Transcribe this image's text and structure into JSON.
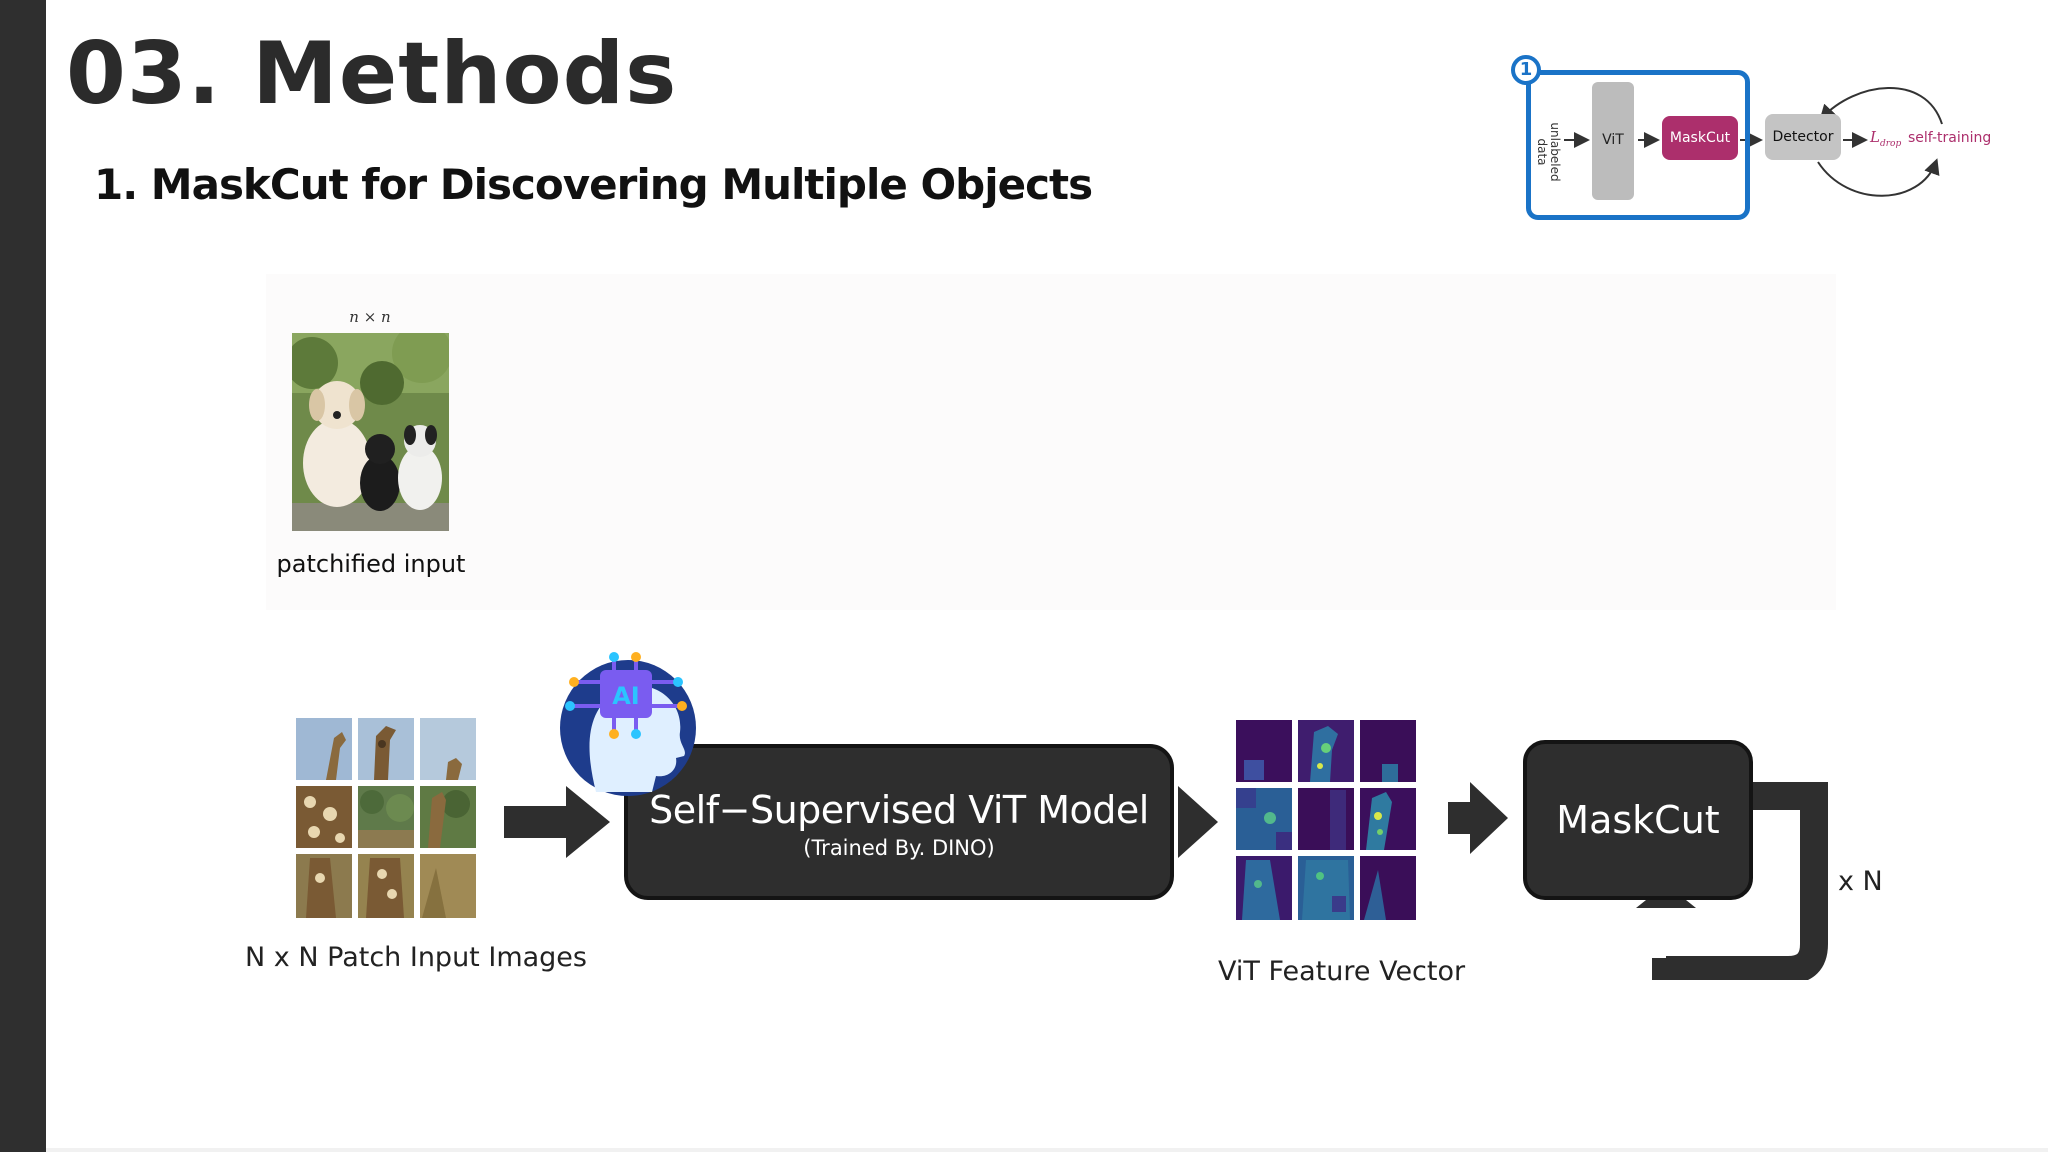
{
  "slide": {
    "title": "03. Methods",
    "subtitle": "1. MaskCut for Discovering Multiple Objects"
  },
  "pipeline": {
    "step_number": "1",
    "input_label": "unlabeled data",
    "vit_label": "ViT",
    "maskcut_label": "MaskCut",
    "detector_label": "Detector",
    "loss_symbol": "L",
    "loss_subscript": "drop",
    "self_training_label": "self-training",
    "colors": {
      "stage_border": "#1a73c7",
      "maskcut": "#ac2f6c",
      "detector": "#c4c4c4"
    }
  },
  "example": {
    "grid_label": "n × n",
    "caption": "patchified input"
  },
  "flow": {
    "patch_input_caption": "N x N Patch Input Images",
    "model_title": "Self−Supervised ViT Model",
    "model_subtitle": "(Trained By. DINO)",
    "model_icon": "ai-brain-icon",
    "model_icon_text": "AI",
    "feature_caption": "ViT Feature Vector",
    "maskcut_label": "MaskCut",
    "repeat_label": "x N"
  }
}
